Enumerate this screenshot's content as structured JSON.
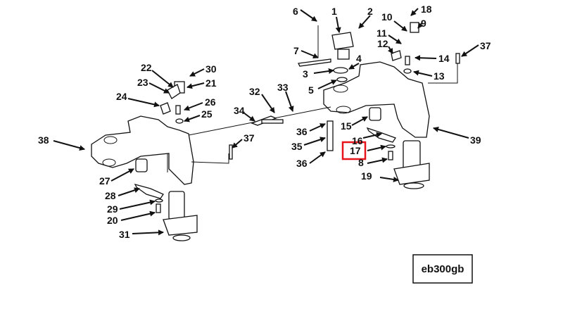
{
  "diagram": {
    "callouts": [
      "1",
      "2",
      "3",
      "4",
      "5",
      "6",
      "7",
      "8",
      "9",
      "10",
      "11",
      "12",
      "13",
      "14",
      "15",
      "16",
      "17",
      "18",
      "19",
      "20",
      "21",
      "22",
      "23",
      "24",
      "25",
      "26",
      "27",
      "28",
      "29",
      "30",
      "31",
      "32",
      "33",
      "34",
      "35",
      "36",
      "36",
      "37",
      "37",
      "38",
      "39"
    ],
    "highlighted_callout": "17",
    "highlight_color": "#e8141b",
    "figure_id": "eb300gb"
  }
}
